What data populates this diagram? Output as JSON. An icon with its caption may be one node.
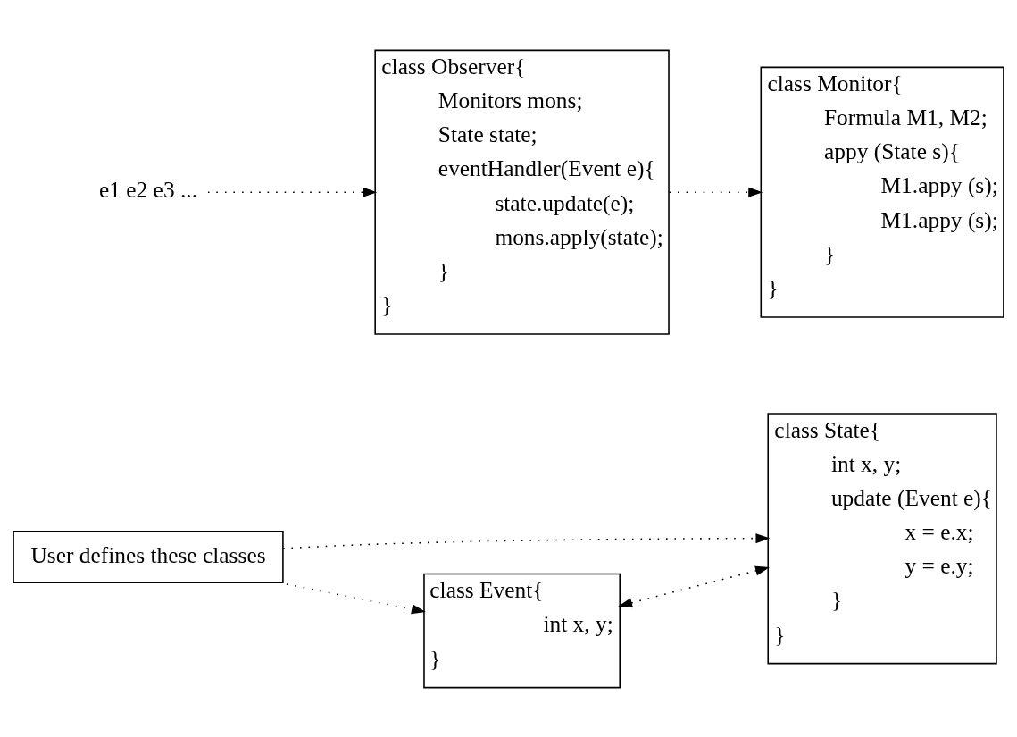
{
  "diagram": {
    "nodes": [
      {
        "text": [
          "User defines these classes"
        ]
      },
      {
        "text": [
          "class Observer{",
          "Monitors mons;",
          "State state;",
          "eventHandler(Event e){",
          "state.update(e);",
          "mons.apply(state);",
          "}",
          "}"
        ]
      },
      {
        "text": [
          "class State{",
          "int x, y;",
          "update (Event e){",
          "x = e.x;",
          "y = e.y;",
          "}",
          "}"
        ]
      },
      {
        "text": [
          "class Event{",
          "int x, y;",
          "}"
        ]
      },
      {
        "text": [
          "class Monitor{",
          "Formula M1, M2;",
          "appy (State s){",
          "M1.appy (s);",
          "M1.appy (s);",
          "}",
          "}"
        ]
      },
      {
        "text": [
          "e1 e2 e3 ..."
        ]
      }
    ],
    "edges": [
      {
        "from": 0,
        "to": 3,
        "arrow": "to"
      },
      {
        "from": 0,
        "to": 2,
        "arrow": "to"
      },
      {
        "from": 5,
        "to": 1,
        "arrow": "to"
      },
      {
        "from": 3,
        "to": 2,
        "arrow": "both"
      },
      {
        "from": 1,
        "to": 4,
        "arrow": "to"
      }
    ]
  }
}
